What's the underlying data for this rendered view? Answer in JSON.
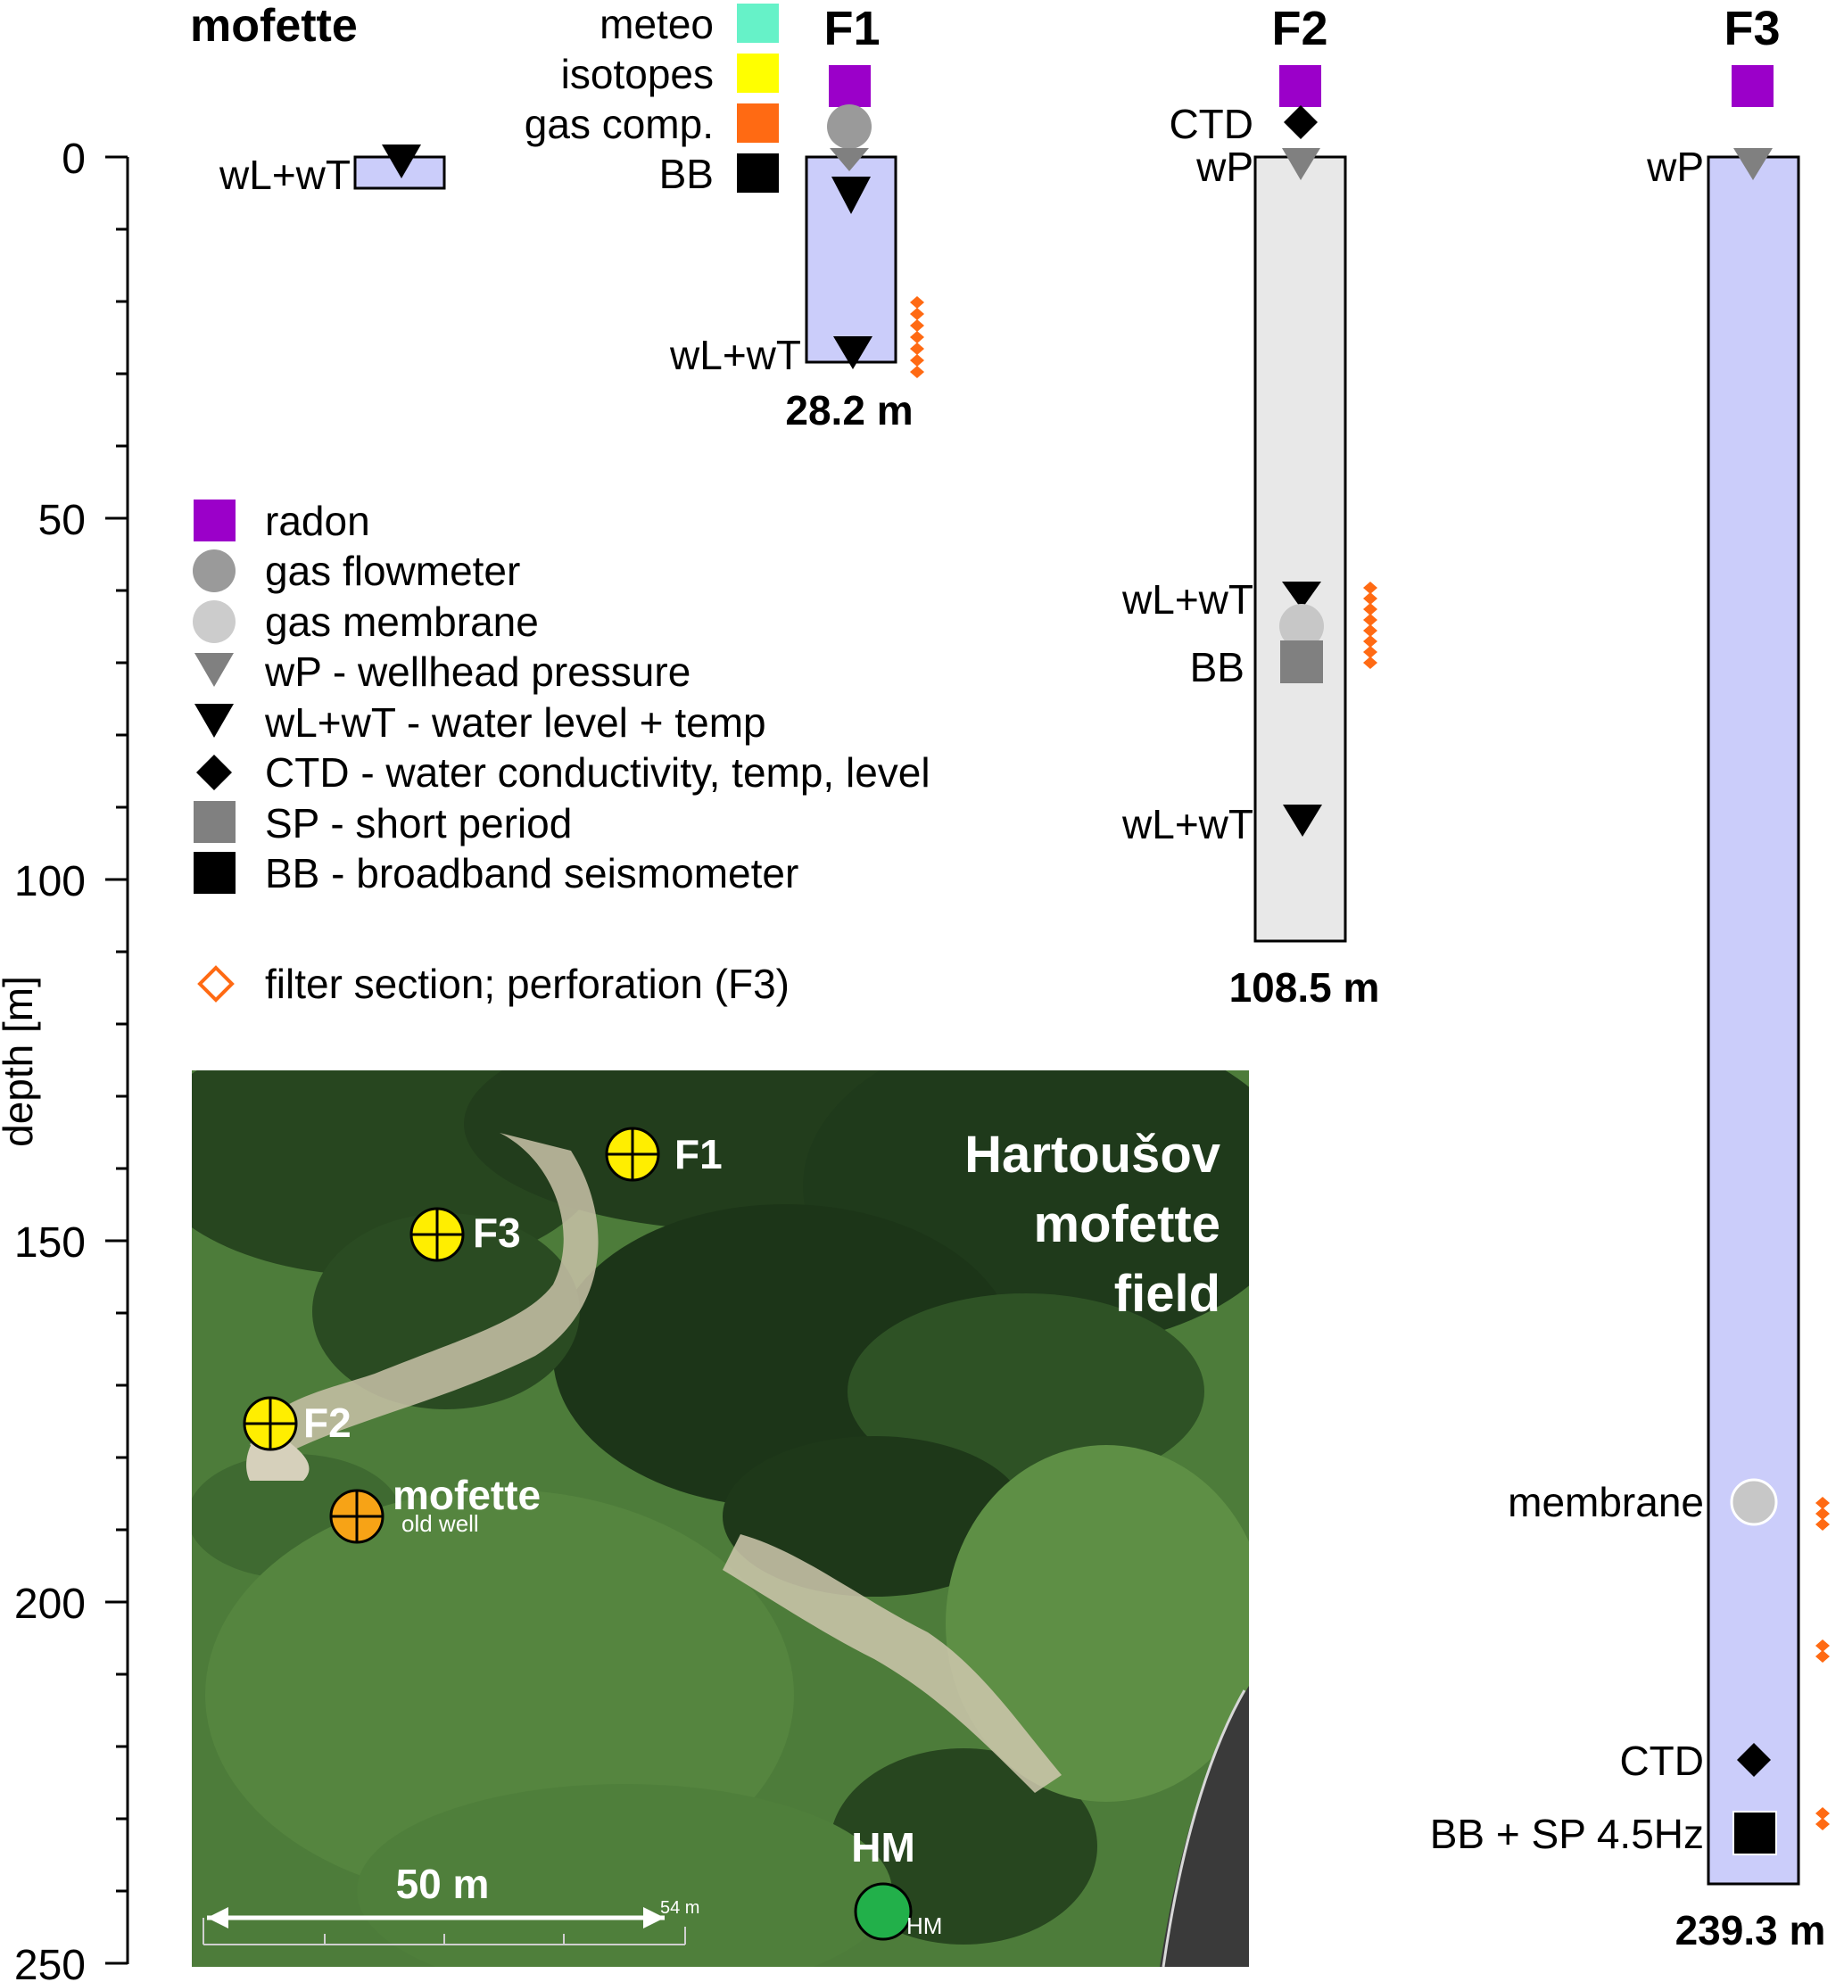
{
  "axis": {
    "label": "depth [m]",
    "ticks": [
      "0",
      "50",
      "100",
      "150",
      "200",
      "250"
    ]
  },
  "columns": {
    "mofette": {
      "title": "mofette",
      "label": "wL+wT"
    },
    "f1": {
      "title": "F1",
      "label": "wL+wT",
      "depth": "28.2 m",
      "stack_labels": [
        "meteo",
        "isotopes",
        "gas comp.",
        "BB"
      ]
    },
    "f2": {
      "title": "F2",
      "labels": [
        "CTD",
        "wP",
        "wL+wT",
        "BB",
        "wL+wT"
      ],
      "depth": "108.5 m"
    },
    "f3": {
      "title": "F3",
      "labels": [
        "wP",
        "membrane",
        "CTD",
        "BB + SP 4.5Hz"
      ],
      "depth": "239.3 m"
    }
  },
  "legend": [
    {
      "label": "radon",
      "icon": "square-icon",
      "color": "#9b00c9"
    },
    {
      "label": "gas flowmeter",
      "icon": "circle-icon",
      "color": "#9a9a9a"
    },
    {
      "label": "gas membrane",
      "icon": "circle-icon",
      "color": "#cccccc"
    },
    {
      "label": "wP - wellhead pressure",
      "icon": "triangle-down-icon",
      "color": "#808080"
    },
    {
      "label": "wL+wT - water level + temp",
      "icon": "triangle-down-icon",
      "color": "#000000"
    },
    {
      "label": "CTD - water conductivity, temp, level",
      "icon": "diamond-icon",
      "color": "#000000"
    },
    {
      "label": "SP - short period",
      "icon": "square-icon",
      "color": "#808080"
    },
    {
      "label": "BB - broadband seismometer",
      "icon": "square-icon",
      "color": "#000000"
    },
    {
      "label": "filter section; perforation (F3)",
      "icon": "diamond-outline-icon",
      "color": "#ff6a13"
    }
  ],
  "map": {
    "title_lines": [
      "Hartoušov",
      "mofette",
      "field"
    ],
    "sites": [
      "F1",
      "F3",
      "F2",
      "mofette",
      "HM"
    ],
    "old_well": "old well",
    "scale_label": "50 m",
    "scale_small": "54 m",
    "hm_small": "HM"
  },
  "colors": {
    "well_fill_blue": "#cbcdfa",
    "well_fill_grey": "#e8e8e8",
    "filter": "#ff6a13",
    "meteo": "#66f2c8",
    "isotopes": "#ffff00",
    "gas_comp": "#ff6a13"
  }
}
